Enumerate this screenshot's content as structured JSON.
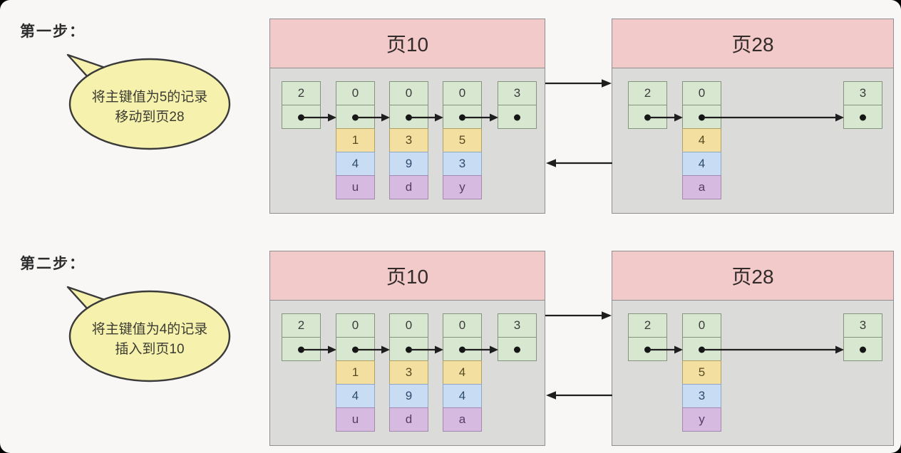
{
  "palette": {
    "page_header": "#f3caca",
    "page_body": "#dbdbd9",
    "page_border": "#8f8f8f",
    "cell_green": "#d8e7d0",
    "cell_orange": "#f3dfa0",
    "cell_blue": "#c8dcf4",
    "cell_purple": "#d7badf",
    "bubble_fill": "#f6f2ad",
    "bubble_stroke": "#3a3a3a",
    "arrow": "#1e1e1e",
    "dot": "#161616"
  },
  "steps": [
    {
      "label": "第一步：",
      "bubble_lines": [
        "将主键值为5的记录",
        "移动到页28"
      ],
      "pages": [
        {
          "title": "页10",
          "nodes": [
            {
              "kind": "infimum",
              "record_type": "2",
              "fields": []
            },
            {
              "kind": "record",
              "record_type": "0",
              "fields": [
                {
                  "value": "1",
                  "color": "orange"
                },
                {
                  "value": "4",
                  "color": "blue"
                },
                {
                  "value": "u",
                  "color": "purple"
                }
              ]
            },
            {
              "kind": "record",
              "record_type": "0",
              "fields": [
                {
                  "value": "3",
                  "color": "orange"
                },
                {
                  "value": "9",
                  "color": "blue"
                },
                {
                  "value": "d",
                  "color": "purple"
                }
              ]
            },
            {
              "kind": "record",
              "record_type": "0",
              "fields": [
                {
                  "value": "5",
                  "color": "orange"
                },
                {
                  "value": "3",
                  "color": "blue"
                },
                {
                  "value": "y",
                  "color": "purple"
                }
              ]
            },
            {
              "kind": "supremum",
              "record_type": "3",
              "fields": []
            }
          ]
        },
        {
          "title": "页28",
          "nodes": [
            {
              "kind": "infimum",
              "record_type": "2",
              "fields": []
            },
            {
              "kind": "record",
              "record_type": "0",
              "fields": [
                {
                  "value": "4",
                  "color": "orange"
                },
                {
                  "value": "4",
                  "color": "blue"
                },
                {
                  "value": "a",
                  "color": "purple"
                }
              ]
            },
            {
              "kind": "supremum",
              "record_type": "3",
              "fields": []
            }
          ]
        }
      ]
    },
    {
      "label": "第二步：",
      "bubble_lines": [
        "将主键值为4的记录",
        "插入到页10"
      ],
      "pages": [
        {
          "title": "页10",
          "nodes": [
            {
              "kind": "infimum",
              "record_type": "2",
              "fields": []
            },
            {
              "kind": "record",
              "record_type": "0",
              "fields": [
                {
                  "value": "1",
                  "color": "orange"
                },
                {
                  "value": "4",
                  "color": "blue"
                },
                {
                  "value": "u",
                  "color": "purple"
                }
              ]
            },
            {
              "kind": "record",
              "record_type": "0",
              "fields": [
                {
                  "value": "3",
                  "color": "orange"
                },
                {
                  "value": "9",
                  "color": "blue"
                },
                {
                  "value": "d",
                  "color": "purple"
                }
              ]
            },
            {
              "kind": "record",
              "record_type": "0",
              "fields": [
                {
                  "value": "4",
                  "color": "orange"
                },
                {
                  "value": "4",
                  "color": "blue"
                },
                {
                  "value": "a",
                  "color": "purple"
                }
              ]
            },
            {
              "kind": "supremum",
              "record_type": "3",
              "fields": []
            }
          ]
        },
        {
          "title": "页28",
          "nodes": [
            {
              "kind": "infimum",
              "record_type": "2",
              "fields": []
            },
            {
              "kind": "record",
              "record_type": "0",
              "fields": [
                {
                  "value": "5",
                  "color": "orange"
                },
                {
                  "value": "3",
                  "color": "blue"
                },
                {
                  "value": "y",
                  "color": "purple"
                }
              ]
            },
            {
              "kind": "supremum",
              "record_type": "3",
              "fields": []
            }
          ]
        }
      ]
    }
  ]
}
